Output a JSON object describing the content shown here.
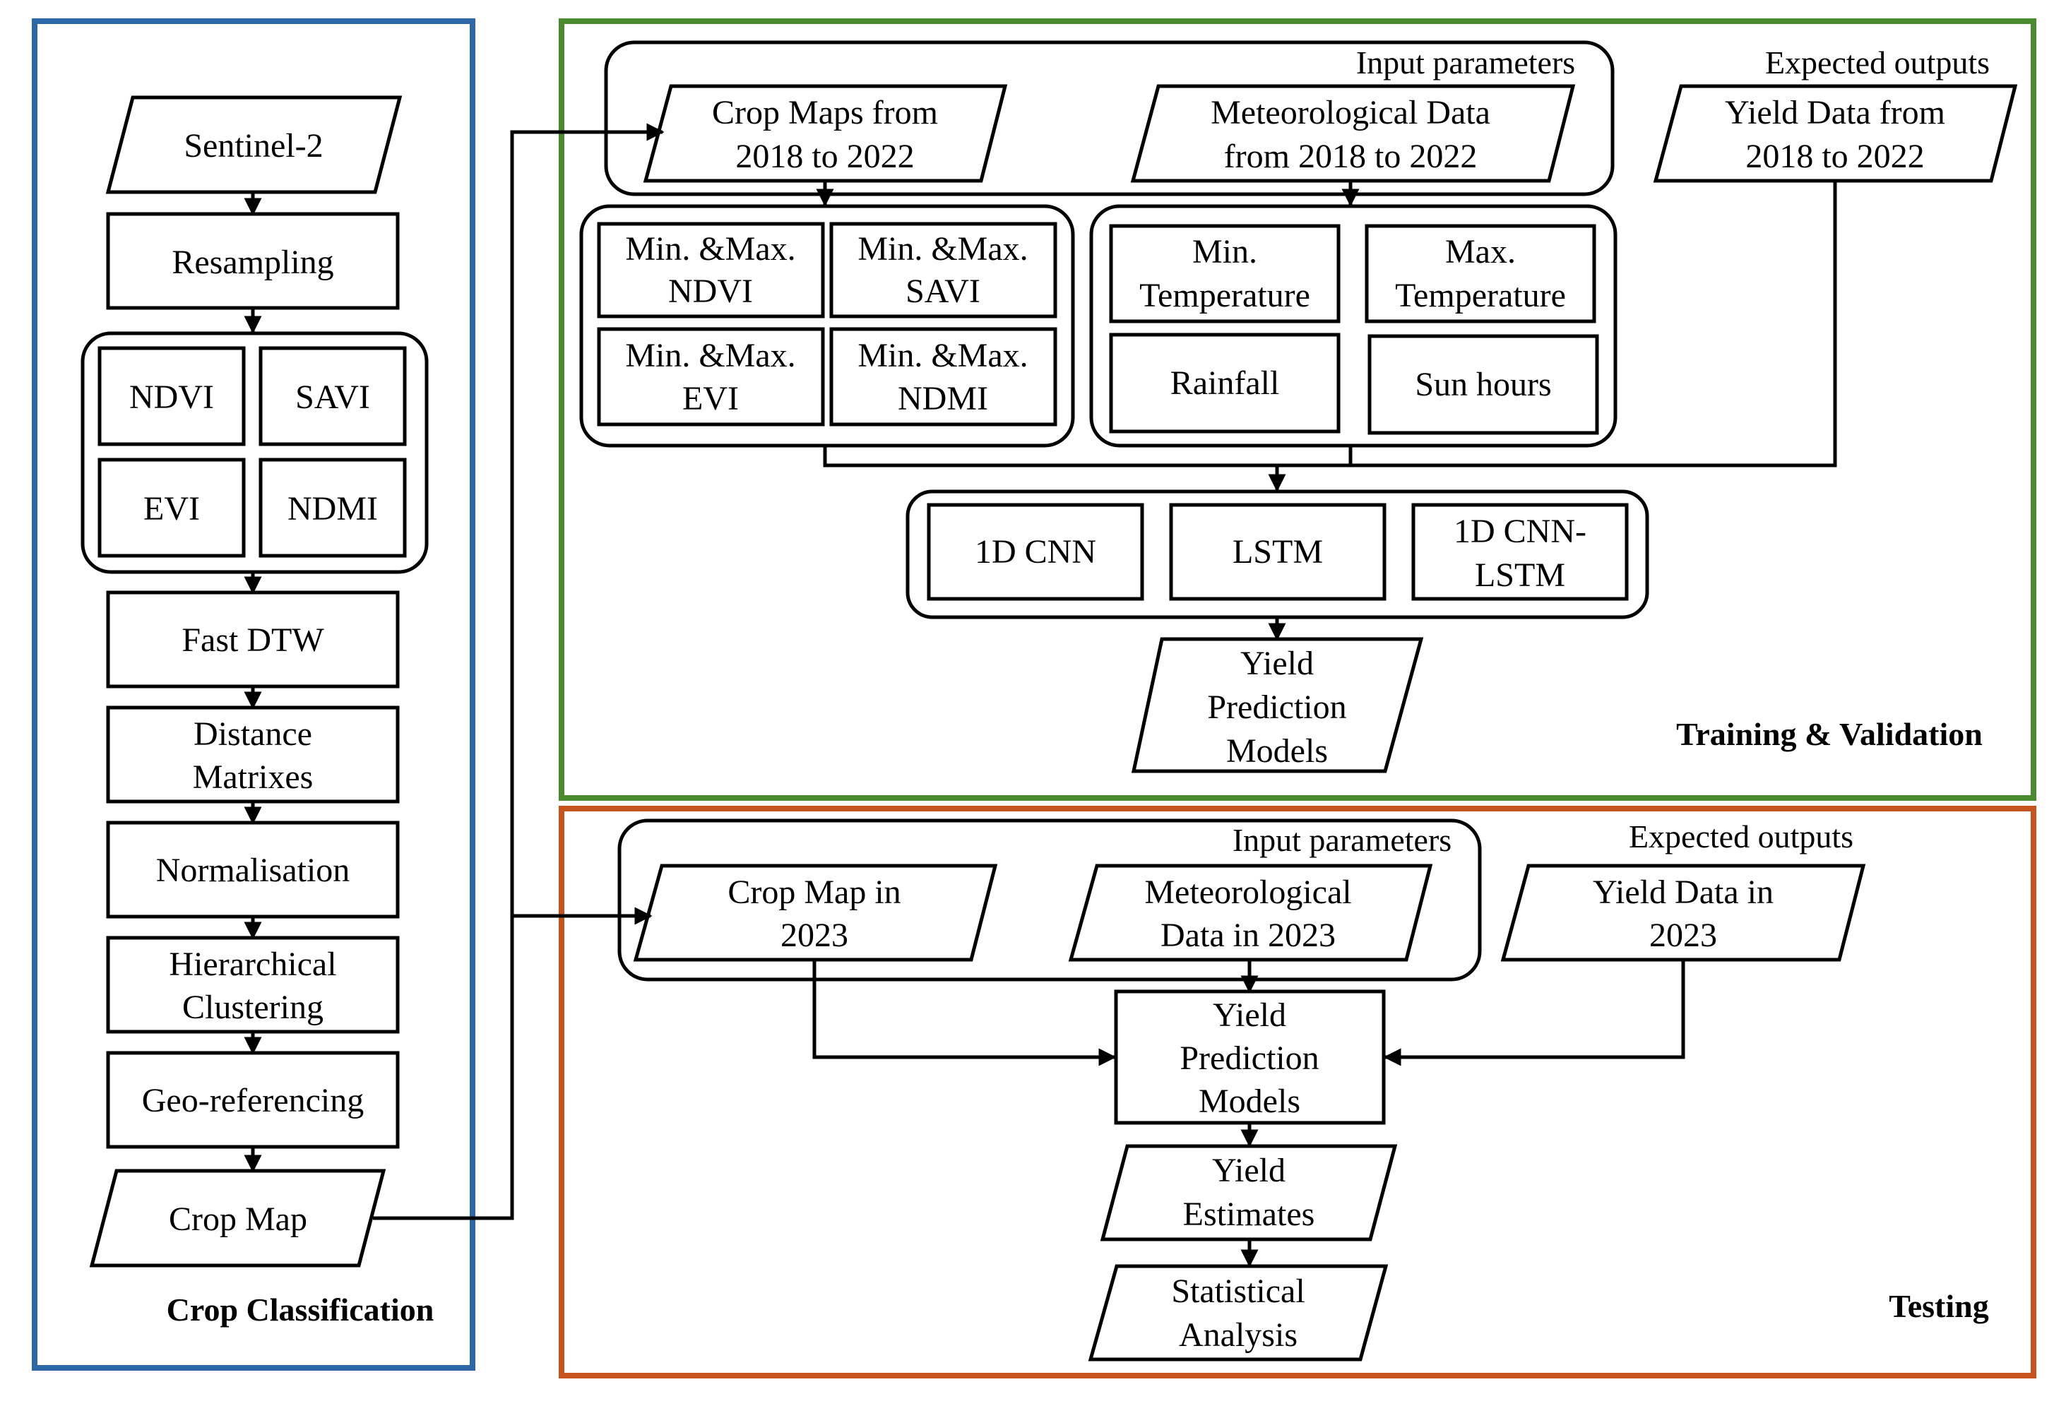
{
  "colors": {
    "crop_classification": "#2e67a7",
    "training_validation": "#4b8a2e",
    "testing": "#c5541f",
    "stroke": "#000000"
  },
  "sections": {
    "crop_classification": "Crop Classification",
    "training_validation": "Training & Validation",
    "testing": "Testing"
  },
  "crop_classification": {
    "sentinel": "Sentinel-2",
    "resampling": "Resampling",
    "indices": {
      "ndvi": "NDVI",
      "savi": "SAVI",
      "evi": "EVI",
      "ndmi": "NDMI"
    },
    "fast_dtw": "Fast DTW",
    "distance_matrixes": [
      "Distance",
      "Matrixes"
    ],
    "normalisation": "Normalisation",
    "hierarchical_clustering": [
      "Hierarchical",
      "Clustering"
    ],
    "geo_referencing": "Geo-referencing",
    "crop_map": "Crop Map"
  },
  "training": {
    "input_parameters": "Input parameters",
    "expected_outputs": "Expected outputs",
    "crop_maps": [
      "Crop Maps from",
      "2018 to 2022"
    ],
    "meteorological": [
      "Meteorological Data",
      "from 2018 to 2022"
    ],
    "yield_data": [
      "Yield Data from",
      "2018 to 2022"
    ],
    "veg": {
      "ndvi": [
        "Min. &Max.",
        "NDVI"
      ],
      "savi": [
        "Min. &Max.",
        "SAVI"
      ],
      "evi": [
        "Min. &Max.",
        "EVI"
      ],
      "ndmi": [
        "Min. &Max.",
        "NDMI"
      ]
    },
    "met": {
      "min_temp": [
        "Min.",
        "Temperature"
      ],
      "max_temp": [
        "Max.",
        "Temperature"
      ],
      "rainfall": "Rainfall",
      "sun_hours": "Sun hours"
    },
    "models": {
      "cnn": "1D CNN",
      "lstm": "LSTM",
      "cnn_lstm": [
        "1D CNN-",
        "LSTM"
      ]
    },
    "yield_prediction_models": [
      "Yield",
      "Prediction",
      "Models"
    ]
  },
  "testing": {
    "input_parameters": "Input parameters",
    "expected_outputs": "Expected outputs",
    "crop_map": [
      "Crop Map in",
      "2023"
    ],
    "meteorological": [
      "Meteorological",
      "Data in 2023"
    ],
    "yield_data": [
      "Yield Data in",
      "2023"
    ],
    "yield_prediction_models": [
      "Yield",
      "Prediction",
      "Models"
    ],
    "yield_estimates": [
      "Yield",
      "Estimates"
    ],
    "statistical_analysis": [
      "Statistical",
      "Analysis"
    ]
  }
}
